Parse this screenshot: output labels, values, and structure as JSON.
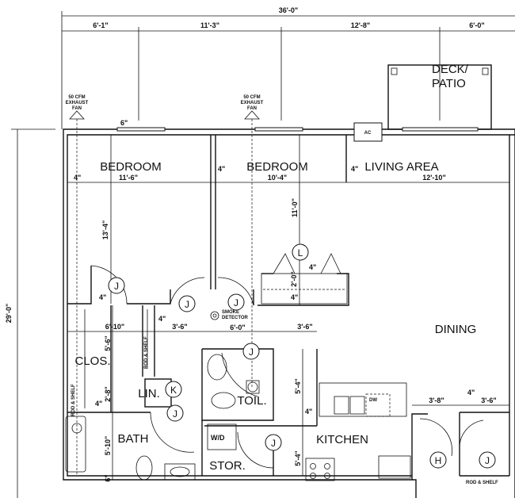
{
  "plan": {
    "overall_width": "36'-0\"",
    "overall_depth": "29'-0\"",
    "top_dims": [
      "6'-1\"",
      "11'-3\"",
      "12'-8\"",
      "6'-0\""
    ],
    "rooms": {
      "bedroom1": "BEDROOM",
      "bedroom2": "BEDROOM",
      "living": "LIVING AREA",
      "deck_line1": "DECK/",
      "deck_line2": "PATIO",
      "dining": "DINING",
      "closet": "CLOS.",
      "linen": "LIN.",
      "toilet": "TOIL.",
      "bath": "BATH",
      "kitchen": "KITCHEN",
      "storage": "STOR.",
      "washer_dryer": "W/D"
    },
    "fixtures": {
      "ac": "AC",
      "dishwasher": "DW",
      "fan_line1": "50 CFM",
      "fan_line2": "EXHAUST",
      "fan_line3": "FAN",
      "smoke_line1": "SMOKE",
      "smoke_line2": "DETECTOR",
      "rod_shelf": "ROD & SHELF"
    },
    "tags": {
      "j": "J",
      "k": "K",
      "l": "L",
      "h": "H"
    },
    "dims": {
      "four": "4\"",
      "six": "6\"",
      "bed1_w": "11'-6\"",
      "bed2_w": "10'-4\"",
      "living_w": "12'-10\"",
      "bed1_d": "13'-4\"",
      "bed2_d": "11'-0\"",
      "clos_w": "6'-10\"",
      "hall1": "3'-6\"",
      "hall2": "6'-0\"",
      "hall3": "3'-6\"",
      "clos_d": "5'-6\"",
      "lin_d": "2'-8\"",
      "bath_d": "5'-10\"",
      "toil_d": "5'-4\"",
      "kit_d": "5'-4\"",
      "shelf_d": "2'-0\"",
      "closet_h": "3'-8\"",
      "closet_j": "3'-6\""
    }
  }
}
